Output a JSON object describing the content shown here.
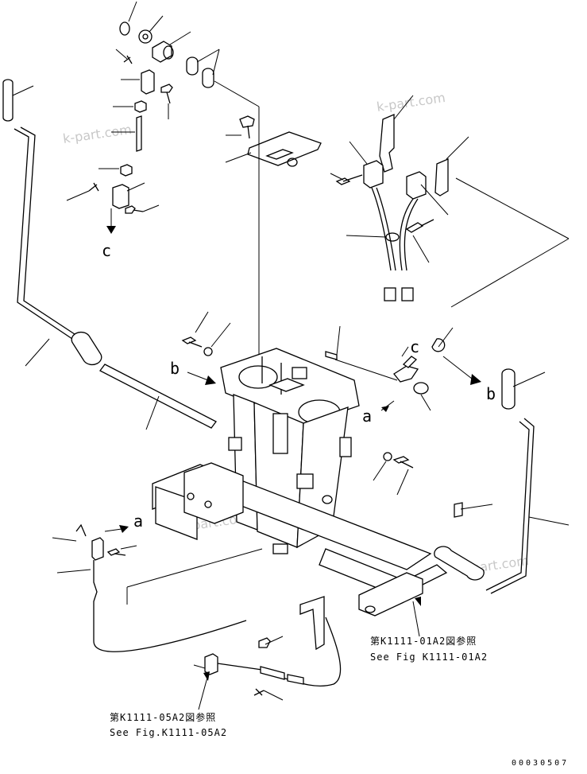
{
  "watermarks": [
    "k-part.com",
    "k-part.com",
    "k-part.com",
    "k-part.com"
  ],
  "labels": {
    "c_left": "c",
    "b_left": "b",
    "c_center": "c",
    "a_center": "a",
    "b_right": "b",
    "a_left": "a"
  },
  "refs": {
    "k1111_01a2_jp": "第K1111-01A2図参照",
    "k1111_01a2_en": "See Fig K1111-01A2",
    "k1111_05a2_jp": "第K1111-05A2図参照",
    "k1111_05a2_en": "See Fig.K1111-05A2"
  },
  "drawing_code": "00030507"
}
